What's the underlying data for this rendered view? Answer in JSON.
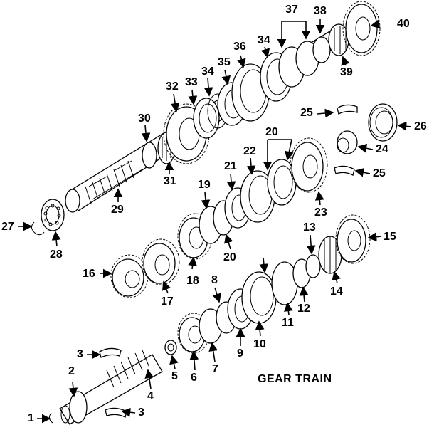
{
  "diagram": {
    "title": "GEAR TRAIN",
    "line_color": "#000000",
    "background": "#ffffff",
    "callouts": [
      "1",
      "2",
      "3",
      "3",
      "4",
      "5",
      "6",
      "7",
      "8",
      "9",
      "10",
      "11",
      "12",
      "13",
      "14",
      "15",
      "16",
      "17",
      "18",
      "19",
      "20",
      "20",
      "21",
      "22",
      "23",
      "24",
      "25",
      "25",
      "26",
      "27",
      "28",
      "29",
      "30",
      "31",
      "32",
      "33",
      "34",
      "34",
      "35",
      "36",
      "37",
      "38",
      "39",
      "40"
    ]
  }
}
